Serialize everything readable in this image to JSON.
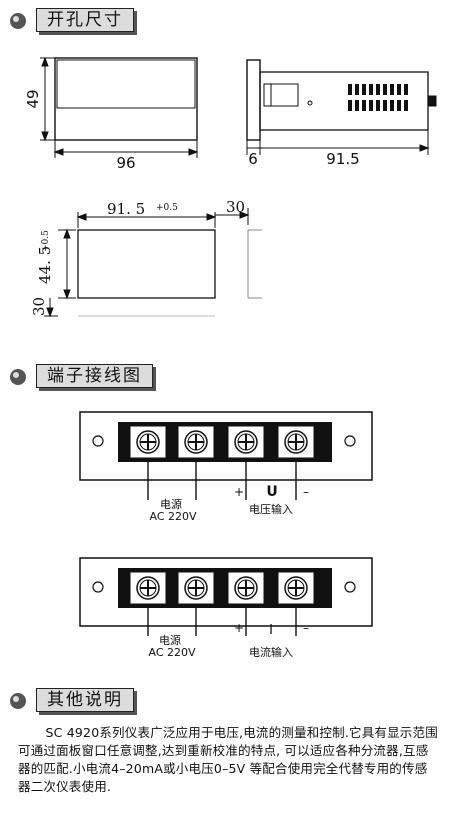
{
  "sections": {
    "cutout": {
      "title": "开孔尺寸"
    },
    "wiring": {
      "title": "端子接线图"
    },
    "notes": {
      "title": "其他说明"
    }
  },
  "dimensions": {
    "front_height": "49",
    "front_width": "96",
    "side_front": "6",
    "side_depth": "91.5",
    "cutout_width": "91. 5",
    "cutout_width_tol": "+0.5",
    "cutout_height": "44. 5",
    "cutout_height_tol": "+0.5",
    "gap_h": "30",
    "gap_v": "30"
  },
  "wiring": [
    {
      "power_label": "电源",
      "power_spec": "AC 220V",
      "plus": "+",
      "signal": "U",
      "minus": "–",
      "input_label": "电压输入"
    },
    {
      "power_label": "电源",
      "power_spec": "AC 220V",
      "plus": "+",
      "signal": "I",
      "minus": "–",
      "input_label": "电流输入"
    }
  ],
  "notes": {
    "text": "SC 4920系列仪表广泛应用于电压,电流的测量和控制.它具有显示范围可通过面板窗口任意调整,达到重新校准的特点, 可以适应各种分流器,互感器的匹配.小电流4–20mA或小电压0–5V 等配合使用完全代替专用的传感器二次仪表使用."
  },
  "colors": {
    "ink": "#111111",
    "title_bg": "#dcdcdc"
  }
}
